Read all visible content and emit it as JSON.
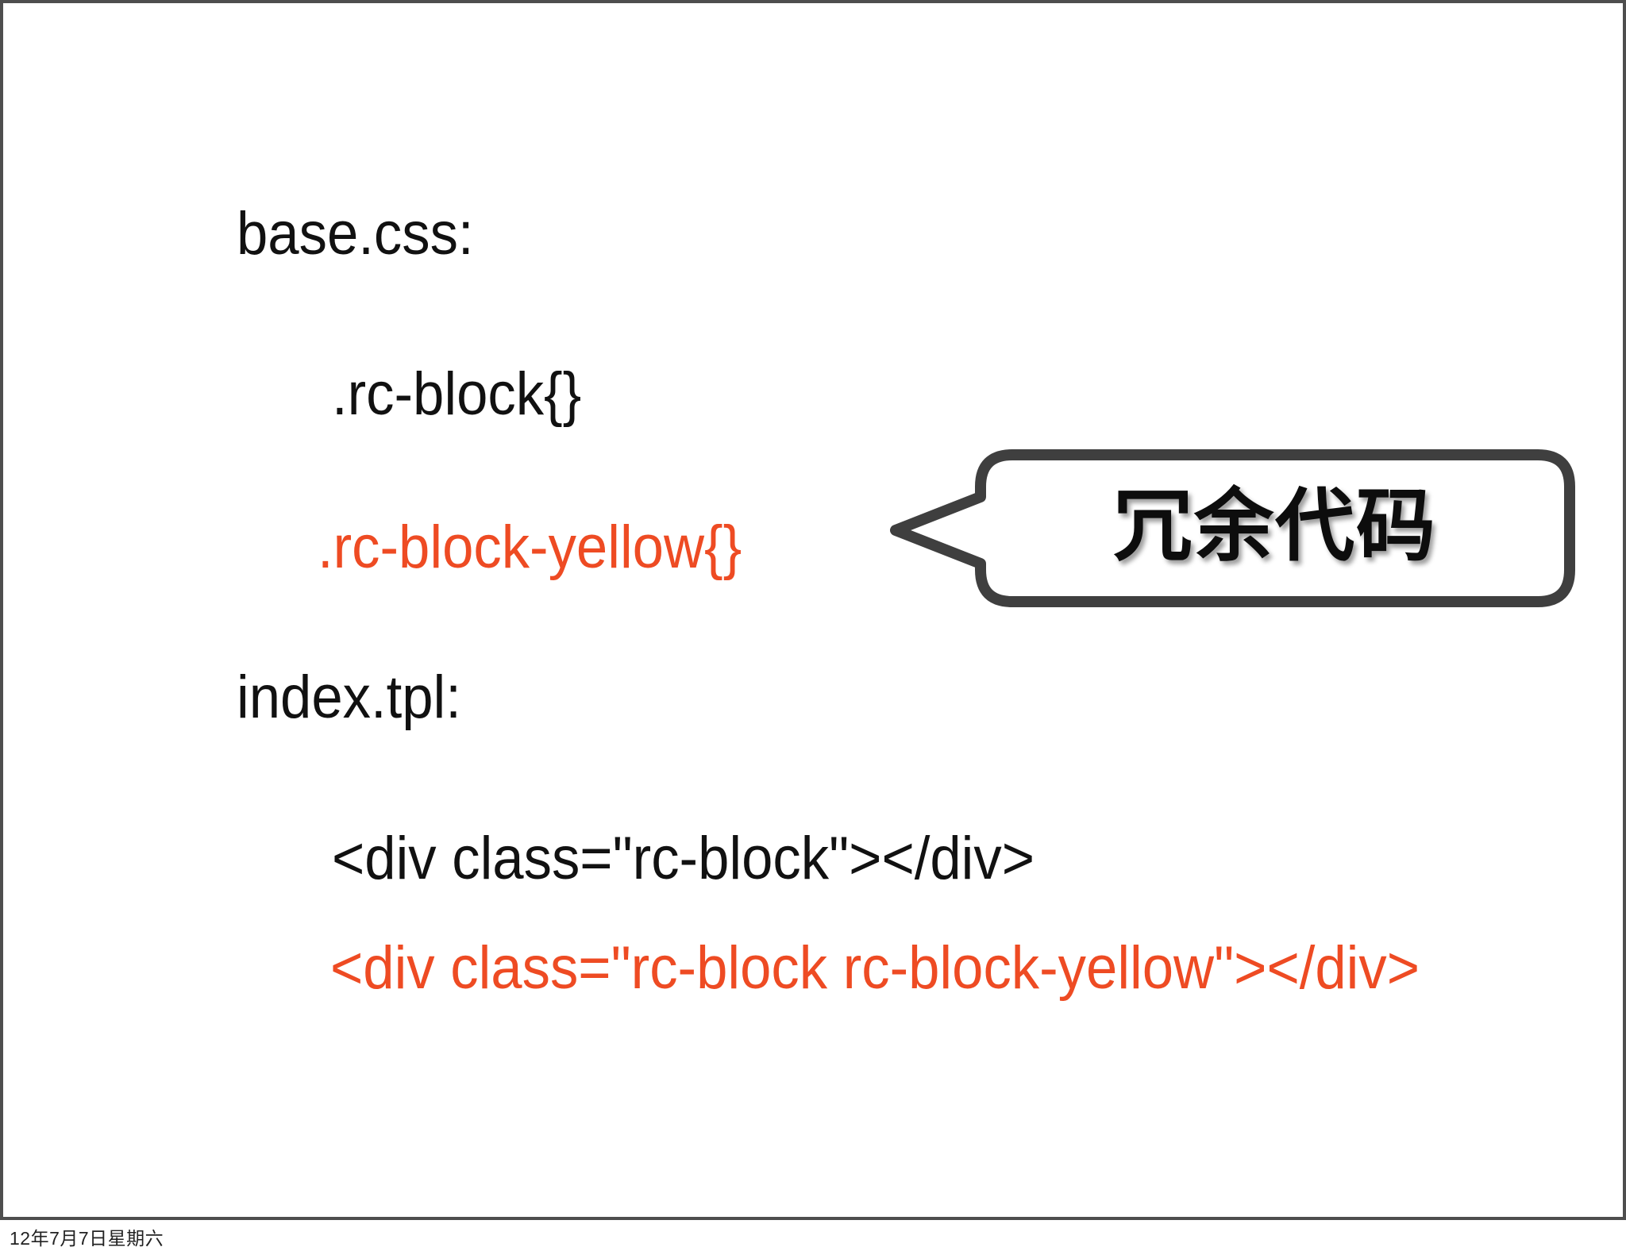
{
  "slide": {
    "css_file": {
      "label": "base.css:",
      "lines": [
        {
          "text": ".rc-block{}",
          "color": "ink"
        },
        {
          "text": ".rc-block-yellow{}",
          "color": "orange"
        }
      ]
    },
    "tpl_file": {
      "label": "index.tpl:",
      "lines": [
        {
          "text": "<div class=\"rc-block\"></div>",
          "color": "ink"
        },
        {
          "text": "<div class=\"rc-block rc-block-yellow\"></div>",
          "color": "orange"
        }
      ]
    },
    "callout": {
      "text": "冗余代码"
    }
  },
  "footer": {
    "date": "12年7月7日星期六"
  },
  "colors": {
    "orange": "#EE4B23",
    "ink": "#111111",
    "bubble-border": "#3f3f3f",
    "frame-border": "#4e4e4e",
    "date-ink": "#222222"
  }
}
